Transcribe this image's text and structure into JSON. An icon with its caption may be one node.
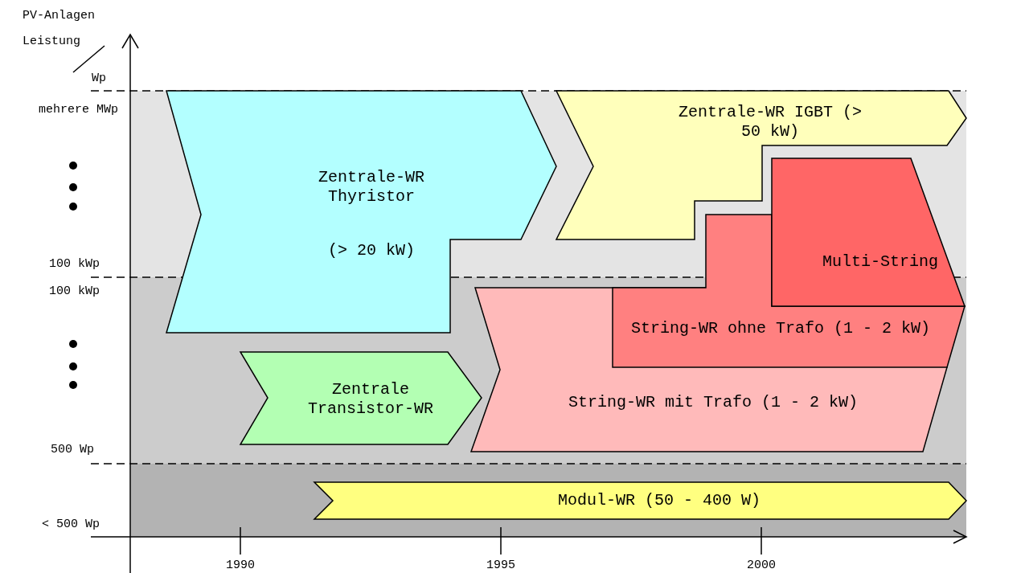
{
  "diagram": {
    "nodes": [
      {
        "text": [
          "Zentrale-WR Thyristor",
          "(> 20 kW)"
        ]
      },
      {
        "text": [
          "Zentrale-WR IGBT (> 50 kW)"
        ]
      },
      {
        "text": [
          "Multi-String"
        ]
      },
      {
        "text": [
          "String-WR ohne Trafo (1 - 2 kW)"
        ]
      },
      {
        "text": [
          "String-WR mit Trafo (1 - 2 kW)"
        ]
      },
      {
        "text": [
          "Zentrale Transistor-WR"
        ]
      },
      {
        "text": [
          "Modul-WR (50 - 400 W)"
        ]
      }
    ],
    "labels": [
      "PV-Anlagen Leistung",
      "Wp",
      "mehrere MWp",
      "100 kWp",
      "100 kWp",
      "500 Wp",
      "< 500 Wp",
      "1990",
      "1995",
      "2000"
    ]
  }
}
